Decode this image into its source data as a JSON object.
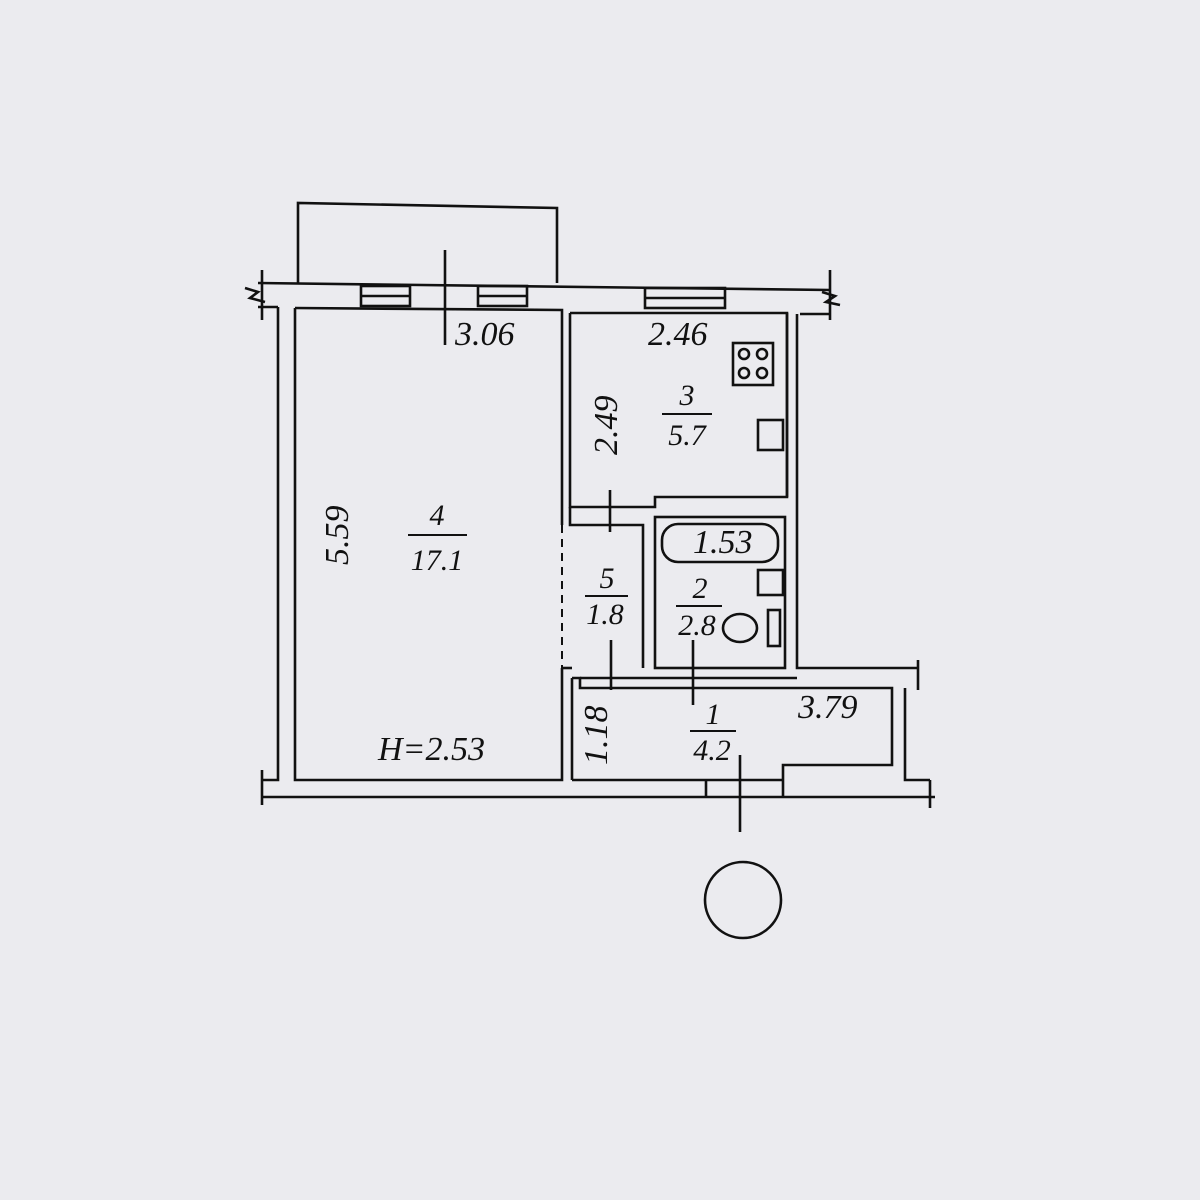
{
  "rooms": [
    {
      "number": "1",
      "area": "4.2"
    },
    {
      "number": "2",
      "area": "2.8"
    },
    {
      "number": "3",
      "area": "5.7"
    },
    {
      "number": "4",
      "area": "17.1"
    },
    {
      "number": "5",
      "area": "1.8"
    }
  ],
  "dimensions": {
    "room4_width": "3.06",
    "room4_length": "5.59",
    "kitchen_width": "2.46",
    "kitchen_length": "2.49",
    "bath_length": "1.53",
    "hall_length": "3.79",
    "hall_width": "1.18"
  },
  "ceiling_height": "H=2.53"
}
